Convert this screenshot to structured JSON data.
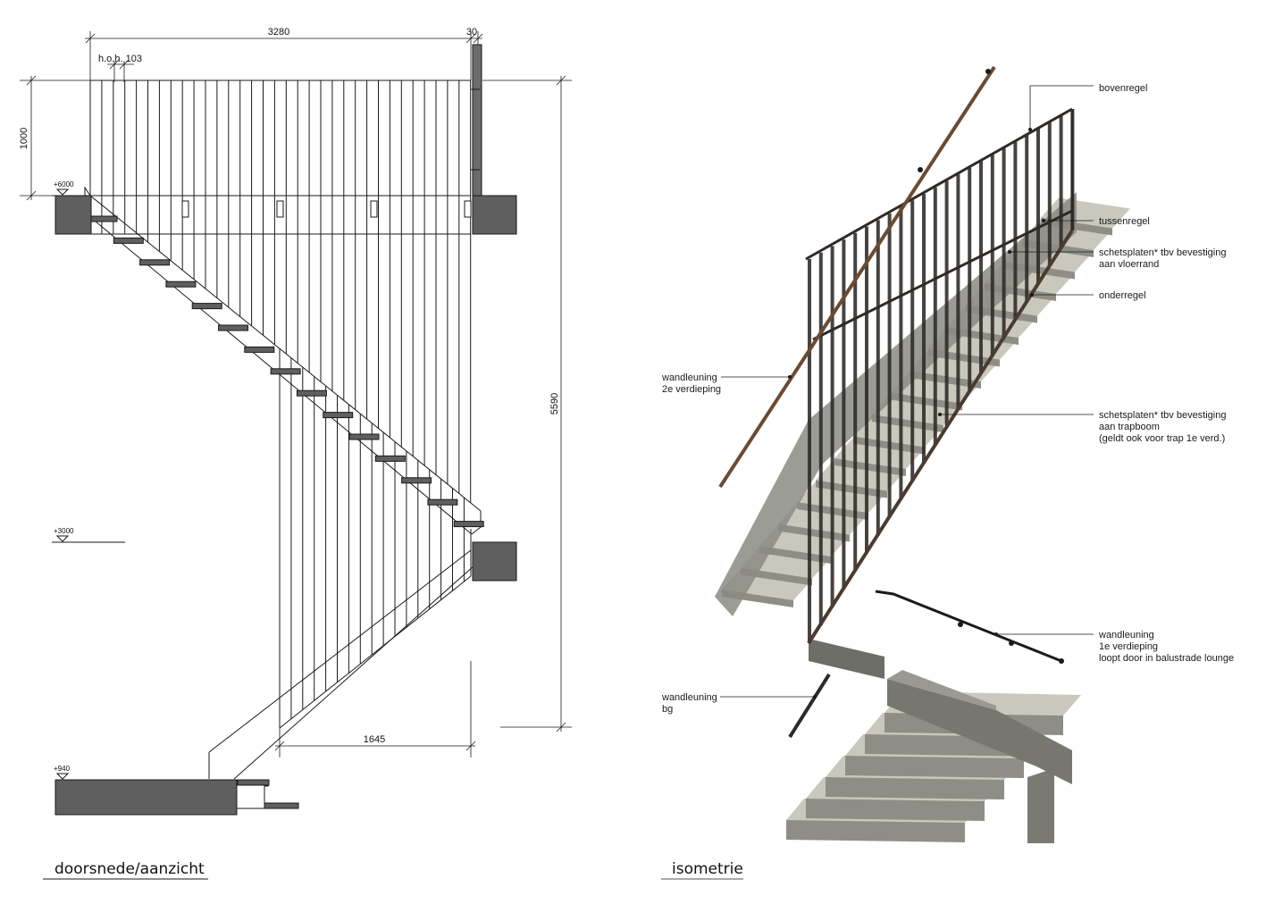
{
  "section": {
    "caption": "doorsnede/aanzicht",
    "dims": {
      "width": "3280",
      "post": "30",
      "spacing": "h.o.h. 103",
      "rail_height": "1000",
      "total_height": "5590",
      "lower_width": "1645"
    },
    "levels": [
      "+6000",
      "+3000",
      "+940"
    ]
  },
  "isometry": {
    "caption": "isometrie",
    "annotations": {
      "bovenregel": [
        "bovenregel"
      ],
      "tussenregel": [
        "tussenregel"
      ],
      "schetsplaten_vloer": [
        "schetsplaten* tbv bevestiging",
        "aan vloerrand"
      ],
      "onderregel": [
        "onderregel"
      ],
      "wandleuning_2": [
        "wandleuning",
        "2e verdieping"
      ],
      "schetsplaten_trap": [
        "schetsplaten* tbv bevestiging",
        "aan trapboom",
        "(geldt ook voor trap 1e verd.)"
      ],
      "wandleuning_1": [
        "wandleuning",
        "1e verdieping",
        "loopt door in balustrade lounge"
      ],
      "wandleuning_bg": [
        "wandleuning",
        "bg"
      ]
    }
  },
  "colors": {
    "slab": "#5f5f5f",
    "line": "#1a1a1a",
    "steel": "#2e2a27",
    "tread": "#c8c8bd",
    "tread_side": "#8e8e86",
    "rust": "#6b4a32"
  }
}
